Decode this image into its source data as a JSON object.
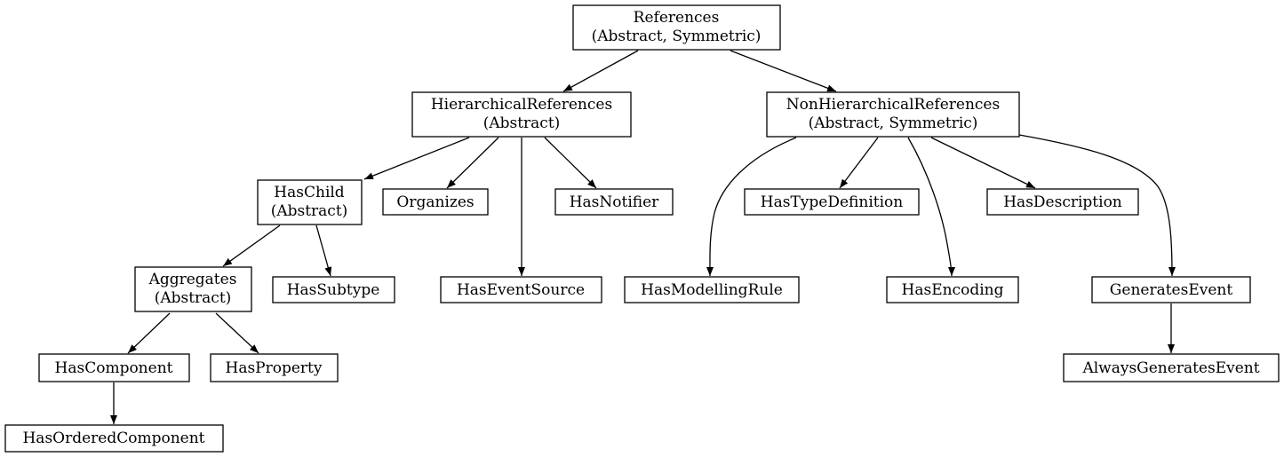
{
  "nodes": {
    "references": {
      "line1": "References",
      "line2": "(Abstract, Symmetric)"
    },
    "hierarchical_references": {
      "line1": "HierarchicalReferences",
      "line2": "(Abstract)"
    },
    "non_hierarchical_references": {
      "line1": "NonHierarchicalReferences",
      "line2": "(Abstract, Symmetric)"
    },
    "has_child": {
      "line1": "HasChild",
      "line2": "(Abstract)"
    },
    "organizes": {
      "line1": "Organizes"
    },
    "has_notifier": {
      "line1": "HasNotifier"
    },
    "has_type_definition": {
      "line1": "HasTypeDefinition"
    },
    "has_description": {
      "line1": "HasDescription"
    },
    "aggregates": {
      "line1": "Aggregates",
      "line2": "(Abstract)"
    },
    "has_subtype": {
      "line1": "HasSubtype"
    },
    "has_event_source": {
      "line1": "HasEventSource"
    },
    "has_modelling_rule": {
      "line1": "HasModellingRule"
    },
    "has_encoding": {
      "line1": "HasEncoding"
    },
    "generates_event": {
      "line1": "GeneratesEvent"
    },
    "has_component": {
      "line1": "HasComponent"
    },
    "has_property": {
      "line1": "HasProperty"
    },
    "always_generates_event": {
      "line1": "AlwaysGeneratesEvent"
    },
    "has_ordered_component": {
      "line1": "HasOrderedComponent"
    }
  },
  "edges": [
    {
      "from": "references",
      "to": "hierarchical_references"
    },
    {
      "from": "references",
      "to": "non_hierarchical_references"
    },
    {
      "from": "hierarchical_references",
      "to": "has_child"
    },
    {
      "from": "hierarchical_references",
      "to": "organizes"
    },
    {
      "from": "hierarchical_references",
      "to": "has_event_source"
    },
    {
      "from": "hierarchical_references",
      "to": "has_notifier"
    },
    {
      "from": "non_hierarchical_references",
      "to": "has_modelling_rule"
    },
    {
      "from": "non_hierarchical_references",
      "to": "has_type_definition"
    },
    {
      "from": "non_hierarchical_references",
      "to": "has_encoding"
    },
    {
      "from": "non_hierarchical_references",
      "to": "has_description"
    },
    {
      "from": "non_hierarchical_references",
      "to": "generates_event"
    },
    {
      "from": "has_child",
      "to": "aggregates"
    },
    {
      "from": "has_child",
      "to": "has_subtype"
    },
    {
      "from": "aggregates",
      "to": "has_component"
    },
    {
      "from": "aggregates",
      "to": "has_property"
    },
    {
      "from": "has_component",
      "to": "has_ordered_component"
    },
    {
      "from": "generates_event",
      "to": "always_generates_event"
    }
  ]
}
